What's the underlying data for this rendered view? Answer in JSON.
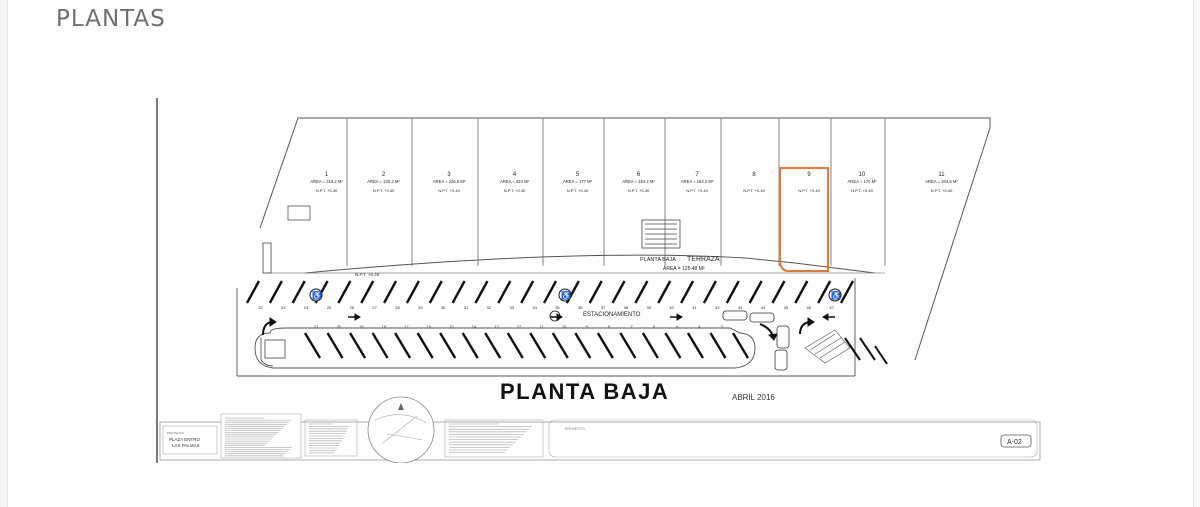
{
  "page": {
    "title": "PLANTAS"
  },
  "plan": {
    "heading": "PLANTA BAJA",
    "date": "ABRIL 2016",
    "sheet_code": "A-02",
    "terrace_label": "PLANTA BAJA",
    "terrace_word": "TERRAZA",
    "terrace_area": "AREA = 125.48 M²",
    "parking_label": "ESTACIONAMIENTO",
    "npt_label": "N.P.T. +0.40",
    "project_name": "PLAZA ENTRO​LAS PALMAS",
    "project_line1": "PLAZA ENTRO",
    "project_line2": "LAS PALMAS",
    "highlight_color": "#e07a3c",
    "units": [
      {
        "number": "1",
        "area": "AREA = 218.2 M²"
      },
      {
        "number": "2",
        "area": "AREA = 230.2 M²"
      },
      {
        "number": "3",
        "area": "AREA = 226.5 M²"
      },
      {
        "number": "4",
        "area": "AREA = 224 M²"
      },
      {
        "number": "5",
        "area": "AREA = 177 M²"
      },
      {
        "number": "6",
        "area": "AREA = 154.2 M²"
      },
      {
        "number": "7",
        "area": "AREA = 153.2 M²"
      },
      {
        "number": "8",
        "area": ""
      },
      {
        "number": "9",
        "area": ""
      },
      {
        "number": "10",
        "area": "AREA = 170 M²"
      },
      {
        "number": "11",
        "area": "AREA = 344.5 M²"
      }
    ],
    "top_row_spaces": [
      "22",
      "23",
      "24",
      "25",
      "26",
      "27",
      "28",
      "29",
      "30",
      "31",
      "32",
      "33",
      "34",
      "35",
      "36",
      "37",
      "38",
      "39",
      "40",
      "41",
      "42",
      "43",
      "44",
      "45",
      "46",
      "47"
    ],
    "bottom_row_spaces": [
      "21",
      "20",
      "19",
      "18",
      "17",
      "16",
      "15",
      "14",
      "13",
      "12",
      "11",
      "10",
      "9",
      "8",
      "7",
      "6",
      "5",
      "4",
      "3"
    ]
  }
}
